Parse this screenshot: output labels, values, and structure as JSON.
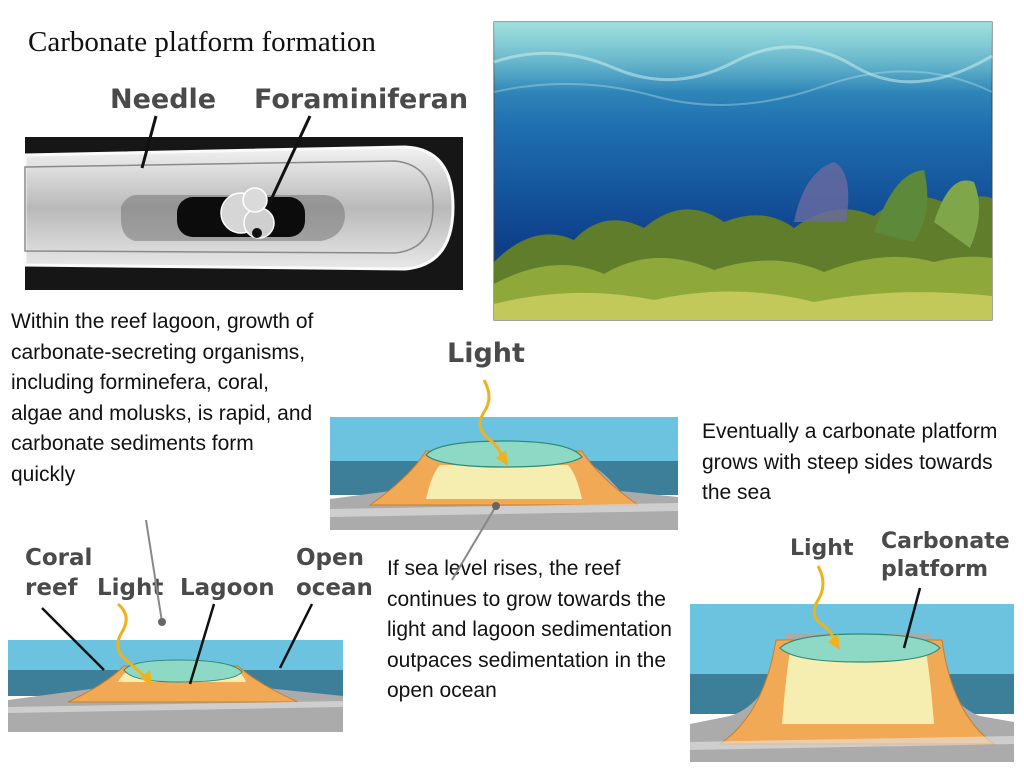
{
  "title": "Carbonate platform formation",
  "micrograph": {
    "label_needle": "Needle",
    "label_foraminiferan": "Foraminiferan"
  },
  "reef_photo": {},
  "text_blocks": {
    "lagoon_growth": "Within the reef lagoon, growth of carbonate-secreting organisms, including forminefera, coral, algae and molusks, is rapid, and carbonate sediments form quickly",
    "sea_level": "If sea level rises, the reef continues to grow towards the light and lagoon sedimentation outpaces sedimentation in the open ocean",
    "platform": "Eventually a carbonate platform grows with steep sides towards the sea"
  },
  "diagram_initial": {
    "label_coral_reef": "Coral reef",
    "label_light": "Light",
    "label_lagoon": "Lagoon",
    "label_open_ocean": "Open ocean"
  },
  "diagram_middle": {
    "label_light": "Light"
  },
  "diagram_final": {
    "label_light": "Light",
    "label_carbonate_platform": "Carbonate platform"
  },
  "colors": {
    "water": "#5fb9d9",
    "deep_water": "#2f6f8a",
    "lagoon": "#8ed8c6",
    "reef": "#f2a955",
    "platform": "#f6eeb0",
    "seafloor": "#a9a9a9",
    "light_ray": "#f0b21c",
    "label_text": "#4a4a4a"
  }
}
